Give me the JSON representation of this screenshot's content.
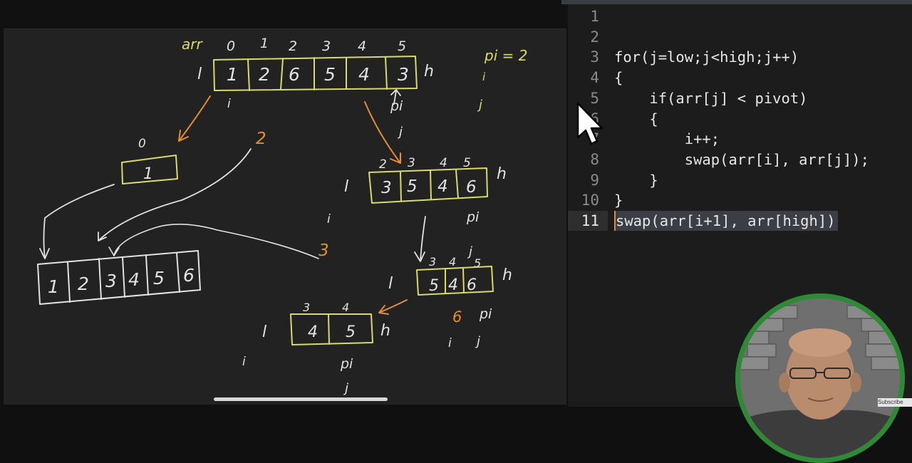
{
  "whiteboard": {
    "arr_label": "arr",
    "top_indices": [
      "0",
      "1",
      "2",
      "3",
      "4",
      "5"
    ],
    "top_values": [
      "1",
      "2",
      "6",
      "5",
      "4",
      "3"
    ],
    "l": "l",
    "h": "h",
    "pi_eq": "pi = 2",
    "i": "i",
    "j": "j",
    "pi": "pi",
    "left_index": "0",
    "left_value": "1",
    "num_2": "2",
    "num_3": "3",
    "num_6": "6",
    "right_indices": [
      "2",
      "3",
      "4",
      "5"
    ],
    "right_values": [
      "3",
      "5",
      "4",
      "6"
    ],
    "sub_indices": [
      "3",
      "4",
      "5"
    ],
    "sub_values": [
      "5",
      "4",
      "6"
    ],
    "bottom_indices": [
      "3",
      "4"
    ],
    "bottom_values": [
      "4",
      "5"
    ],
    "final_values": [
      "1",
      "2",
      "3",
      "4",
      "5",
      "6"
    ]
  },
  "editor": {
    "lines": [
      {
        "no": "1",
        "code": ""
      },
      {
        "no": "2",
        "code": ""
      },
      {
        "no": "3",
        "code": "for(j=low;j<high;j++)"
      },
      {
        "no": "4",
        "code": "{"
      },
      {
        "no": "5",
        "code": "    if(arr[j] < pivot)"
      },
      {
        "no": "6",
        "code": "    {"
      },
      {
        "no": "7",
        "code": "        i++;"
      },
      {
        "no": "8",
        "code": "        swap(arr[i], arr[j]);"
      },
      {
        "no": "9",
        "code": "    }"
      },
      {
        "no": "10",
        "code": "}"
      },
      {
        "no": "11",
        "code": "swap(arr[i+1], arr[high])"
      }
    ],
    "current_line": "11"
  },
  "overlay": {
    "subscribe_label": "Subscribe"
  },
  "colors": {
    "chalk": "#e2e2e2",
    "yellow": "#d9db66",
    "orange": "#e38f31",
    "ring": "#2f8a36"
  }
}
